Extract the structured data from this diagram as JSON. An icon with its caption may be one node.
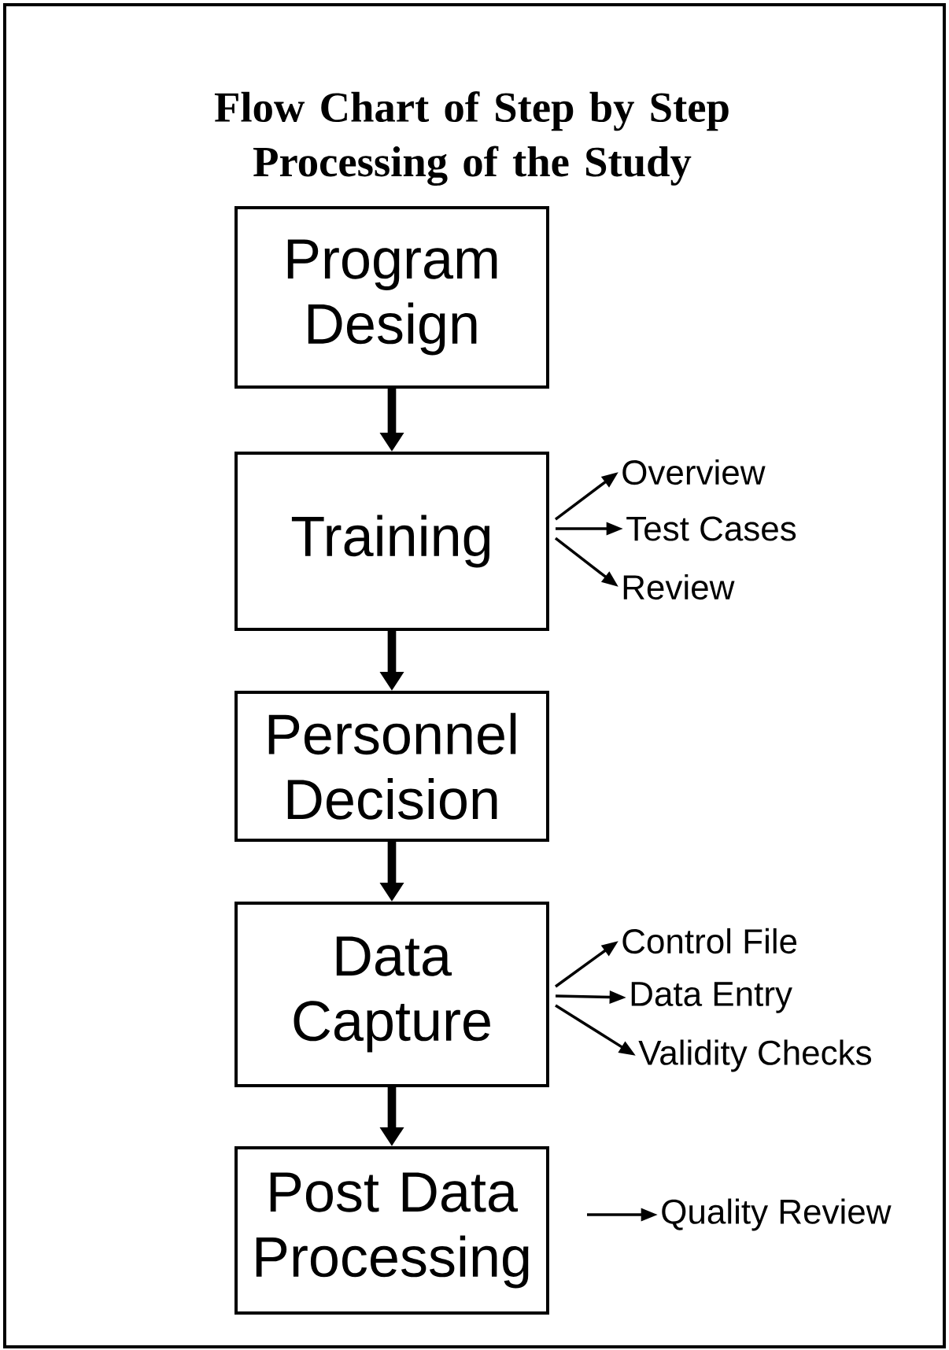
{
  "diagram": {
    "title": "Flow Chart of Step by Step Processing of the Study",
    "nodes": [
      {
        "text": [
          "Program Design"
        ]
      },
      {
        "text": [
          "Training"
        ]
      },
      {
        "text": [
          "Personnel Decision"
        ]
      },
      {
        "text": [
          "Data Capture"
        ]
      },
      {
        "text": [
          "Post Data Processing"
        ]
      },
      {
        "text": [
          "Overview"
        ]
      },
      {
        "text": [
          "Test Cases"
        ]
      },
      {
        "text": [
          "Review"
        ]
      },
      {
        "text": [
          "Control File"
        ]
      },
      {
        "text": [
          "Data Entry"
        ]
      },
      {
        "text": [
          "Validity Checks"
        ]
      },
      {
        "text": [
          "Quality Review"
        ]
      }
    ],
    "edges": [
      {
        "from": 0,
        "to": 1,
        "arrow": "to",
        "style": "thick"
      },
      {
        "from": 1,
        "to": 2,
        "arrow": "to",
        "style": "thick"
      },
      {
        "from": 2,
        "to": 3,
        "arrow": "to",
        "style": "thick"
      },
      {
        "from": 3,
        "to": 4,
        "arrow": "to",
        "style": "thick"
      },
      {
        "from": 1,
        "to": 5,
        "arrow": "to"
      },
      {
        "from": 1,
        "to": 6,
        "arrow": "to"
      },
      {
        "from": 1,
        "to": 7,
        "arrow": "to"
      },
      {
        "from": 3,
        "to": 8,
        "arrow": "to"
      },
      {
        "from": 3,
        "to": 9,
        "arrow": "to"
      },
      {
        "from": 3,
        "to": 10,
        "arrow": "to"
      },
      {
        "from": 4,
        "to": 11,
        "arrow": "to"
      }
    ]
  }
}
